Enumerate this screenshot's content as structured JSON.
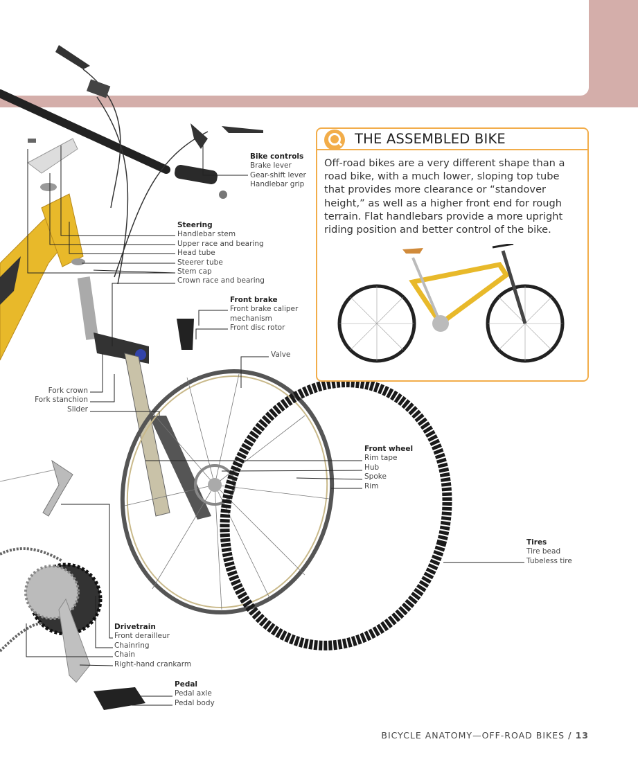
{
  "box": {
    "title": "THE ASSEMBLED BIKE",
    "icon": "magnifier-icon",
    "text": "Off-road bikes are a very different shape than a road bike, with a much lower, sloping top tube that provides more clearance or “standover height,” as well as a higher front end for rough terrain. Flat handlebars provide a more upright riding position and better control of the bike."
  },
  "labels": {
    "bike_controls": {
      "title": "Bike controls",
      "items": [
        "Brake lever",
        "Gear-shift lever",
        "Handlebar grip"
      ]
    },
    "steering": {
      "title": "Steering",
      "items": [
        "Handlebar stem",
        "Upper race and bearing",
        "Head tube",
        "Steerer tube",
        "Stem cap",
        "Crown race and bearing"
      ]
    },
    "front_brake": {
      "title": "Front brake",
      "items": [
        "Front brake caliper",
        "mechanism",
        "Front disc rotor"
      ]
    },
    "valve": "Valve",
    "fork": {
      "items": [
        "Fork crown",
        "Fork stanchion",
        "Slider"
      ]
    },
    "front_wheel": {
      "title": "Front wheel",
      "items": [
        "Rim tape",
        "Hub",
        "Spoke",
        "Rim"
      ]
    },
    "tires": {
      "title": "Tires",
      "items": [
        "Tire bead",
        "Tubeless tire"
      ]
    },
    "drivetrain": {
      "title": "Drivetrain",
      "items": [
        "Front derailleur",
        "Chainring",
        "Chain",
        "Right-hand crankarm"
      ]
    },
    "pedal": {
      "title": "Pedal",
      "items": [
        "Pedal axle",
        "Pedal body"
      ]
    }
  },
  "footer": {
    "section": "BICYCLE ANATOMY—OFF-ROAD BIKES",
    "separator": "/",
    "page": "13"
  },
  "colors": {
    "accent": "#f2ad4a",
    "band": "#d4aeaa",
    "frame": "#e8b92a"
  }
}
